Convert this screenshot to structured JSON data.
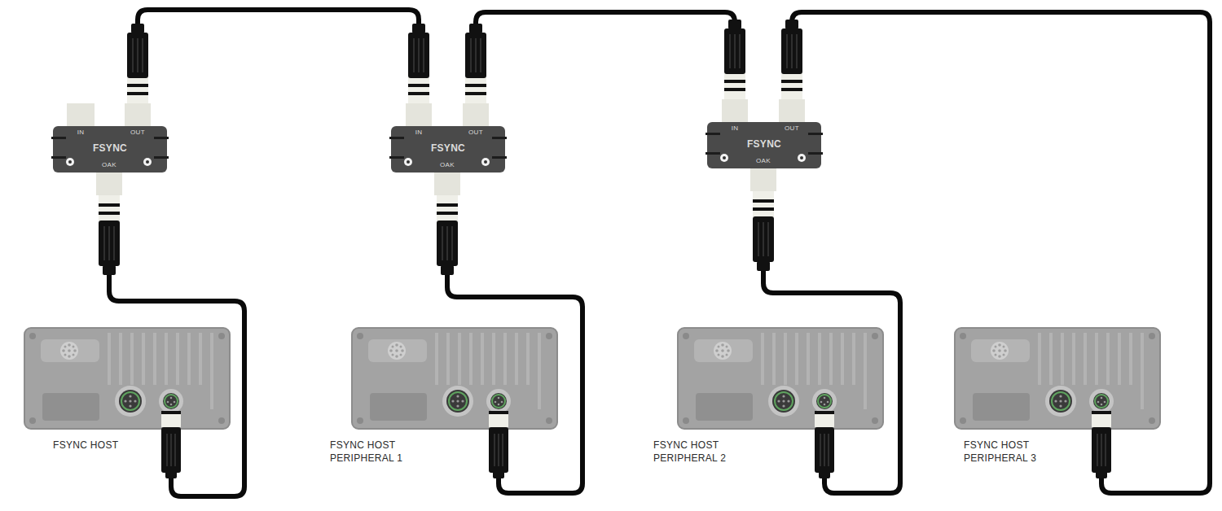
{
  "diagram": {
    "nodes": [
      {
        "text": [
          "IN",
          "OUT",
          "FSYNC",
          "OAK"
        ]
      },
      {
        "text": [
          "IN",
          "OUT",
          "FSYNC",
          "OAK"
        ]
      },
      {
        "text": [
          "IN",
          "OUT",
          "FSYNC",
          "OAK"
        ]
      },
      {
        "text": [
          "FSYNC HOST"
        ]
      },
      {
        "text": [
          "FSYNC HOST PERIPHERAL 1"
        ]
      },
      {
        "text": [
          "FSYNC HOST PERIPHERAL 2"
        ]
      },
      {
        "text": [
          "FSYNC HOST PERIPHERAL 3"
        ]
      }
    ],
    "edges": [
      {
        "from": 0,
        "to": 1,
        "arrow": "none"
      },
      {
        "from": 0,
        "to": 3,
        "arrow": "none"
      },
      {
        "from": 1,
        "to": 2,
        "arrow": "none"
      },
      {
        "from": 1,
        "to": 4,
        "arrow": "none"
      },
      {
        "from": 2,
        "to": 6,
        "arrow": "none"
      },
      {
        "from": 2,
        "to": 5,
        "arrow": "none"
      }
    ]
  }
}
